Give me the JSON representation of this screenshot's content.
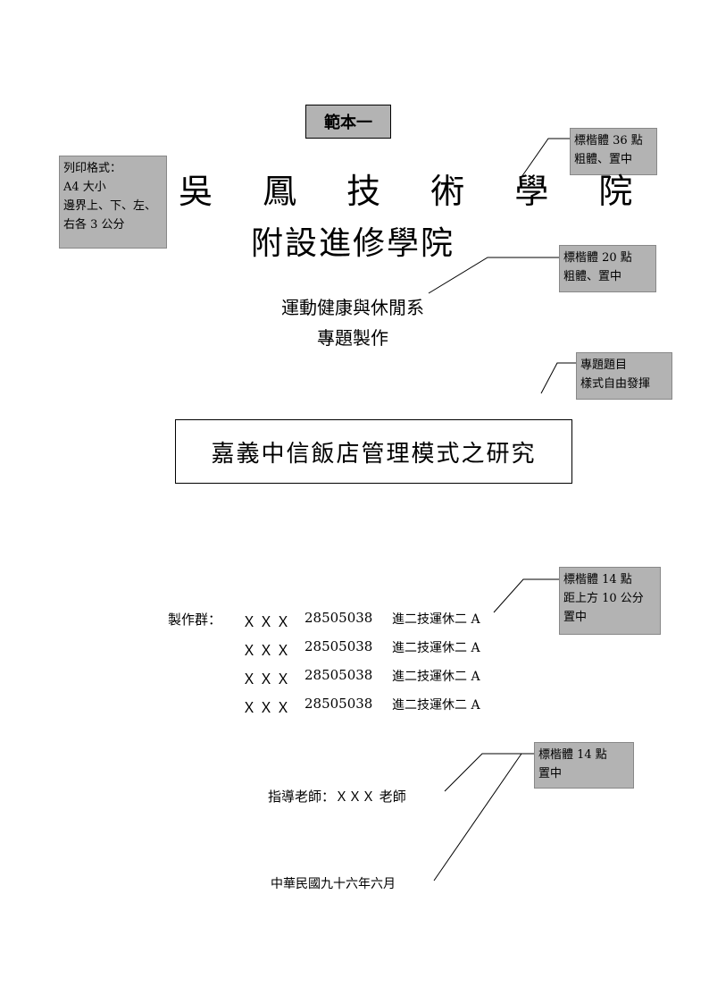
{
  "sample_label": "範本一",
  "print_note": {
    "lines": [
      "列印格式：",
      "A4 大小",
      "邊界上、下、左、",
      "右各 3 公分"
    ]
  },
  "school_name": "吳 鳳 技 術 學 院",
  "division_name": "附設進修學院",
  "department": "運動健康與休閒系",
  "project_type": "專題製作",
  "thesis_title": "嘉義中信飯店管理模式之研究",
  "makers_label": "製作群：",
  "makers": [
    {
      "name": "ＸＸＸ",
      "id": "28505038",
      "class": "進二技運休二 A"
    },
    {
      "name": "ＸＸＸ",
      "id": "28505038",
      "class": "進二技運休二 A"
    },
    {
      "name": "ＸＸＸ",
      "id": "28505038",
      "class": "進二技運休二 A"
    },
    {
      "name": "ＸＸＸ",
      "id": "28505038",
      "class": "進二技運休二 A"
    }
  ],
  "advisor": "指導老師：ＸＸＸ 老師",
  "date": "中華民國九十六年六月",
  "callouts": {
    "school": [
      "標楷體 36 點",
      "粗體、置中"
    ],
    "division": [
      "標楷體 20 點",
      "粗體、置中"
    ],
    "title": [
      "專題題目",
      "樣式自由發揮"
    ],
    "makers": [
      "標楷體 14 點",
      "距上方 10 公分",
      "置中"
    ],
    "advisor": [
      "標楷體 14 點",
      "置中"
    ]
  }
}
